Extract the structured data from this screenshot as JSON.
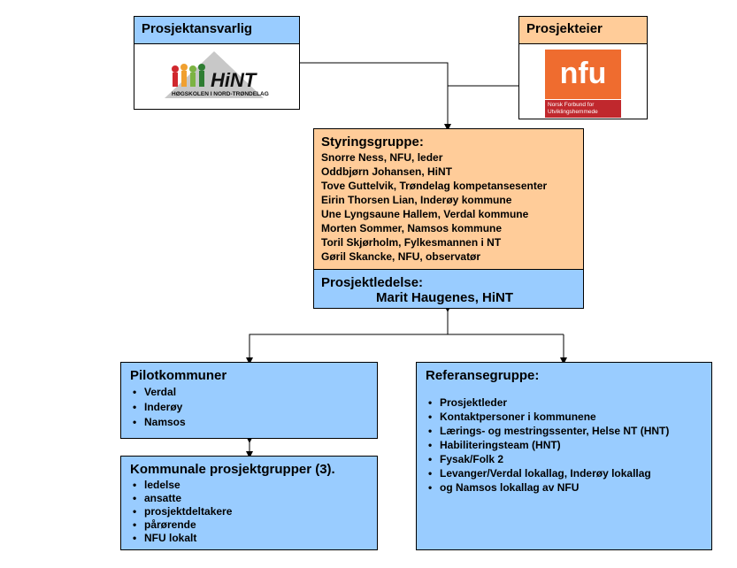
{
  "prosjektansvarlig": {
    "title": "Prosjektansvarlig",
    "logo_text": "HiNT",
    "logo_subtitle": "HØGSKOLEN I NORD-TRØNDELAG"
  },
  "prosjekteier": {
    "title": "Prosjekteier",
    "logo_text": "nfu",
    "logo_subtitle_1": "Norsk Forbund for",
    "logo_subtitle_2": "Utviklingshemmede"
  },
  "styringsgruppe": {
    "title": "Styringsgruppe:",
    "members": [
      "Snorre Ness, NFU, leder",
      "Oddbjørn Johansen, HiNT",
      "Tove Guttelvik, Trøndelag kompetansesenter",
      "Eirin Thorsen Lian, Inderøy kommune",
      "Une Lyngsaune  Hallem, Verdal kommune",
      "Morten Sommer, Namsos kommune",
      "Toril Skjørholm, Fylkesmannen  i NT",
      "Gøril Skancke, NFU, observatør"
    ]
  },
  "prosjektledelse": {
    "title": "Prosjektledelse:",
    "name": "Marit Haugenes, HiNT"
  },
  "pilotkommuner": {
    "title": "Pilotkommuner",
    "items": [
      "Verdal",
      "Inderøy",
      "Namsos"
    ]
  },
  "kommunale": {
    "title": "Kommunale prosjektgrupper (3).",
    "items": [
      "ledelse",
      "ansatte",
      "prosjektdeltakere",
      "pårørende",
      "NFU lokalt"
    ]
  },
  "referansegruppe": {
    "title": "Referansegruppe:",
    "items": [
      "Prosjektleder",
      "Kontaktpersoner  i kommunene",
      "Lærings- og mestringssenter, Helse NT (HNT)",
      "Habiliteringsteam (HNT)",
      "Fysak/Folk 2",
      "Levanger/Verdal lokallag, Inderøy lokallag",
      "og Namsos lokallag av NFU"
    ]
  },
  "colors": {
    "blue": "#99ccff",
    "orange": "#ffcc99",
    "nfu_orange": "#ef6c2f",
    "nfu_red": "#c0282d"
  }
}
